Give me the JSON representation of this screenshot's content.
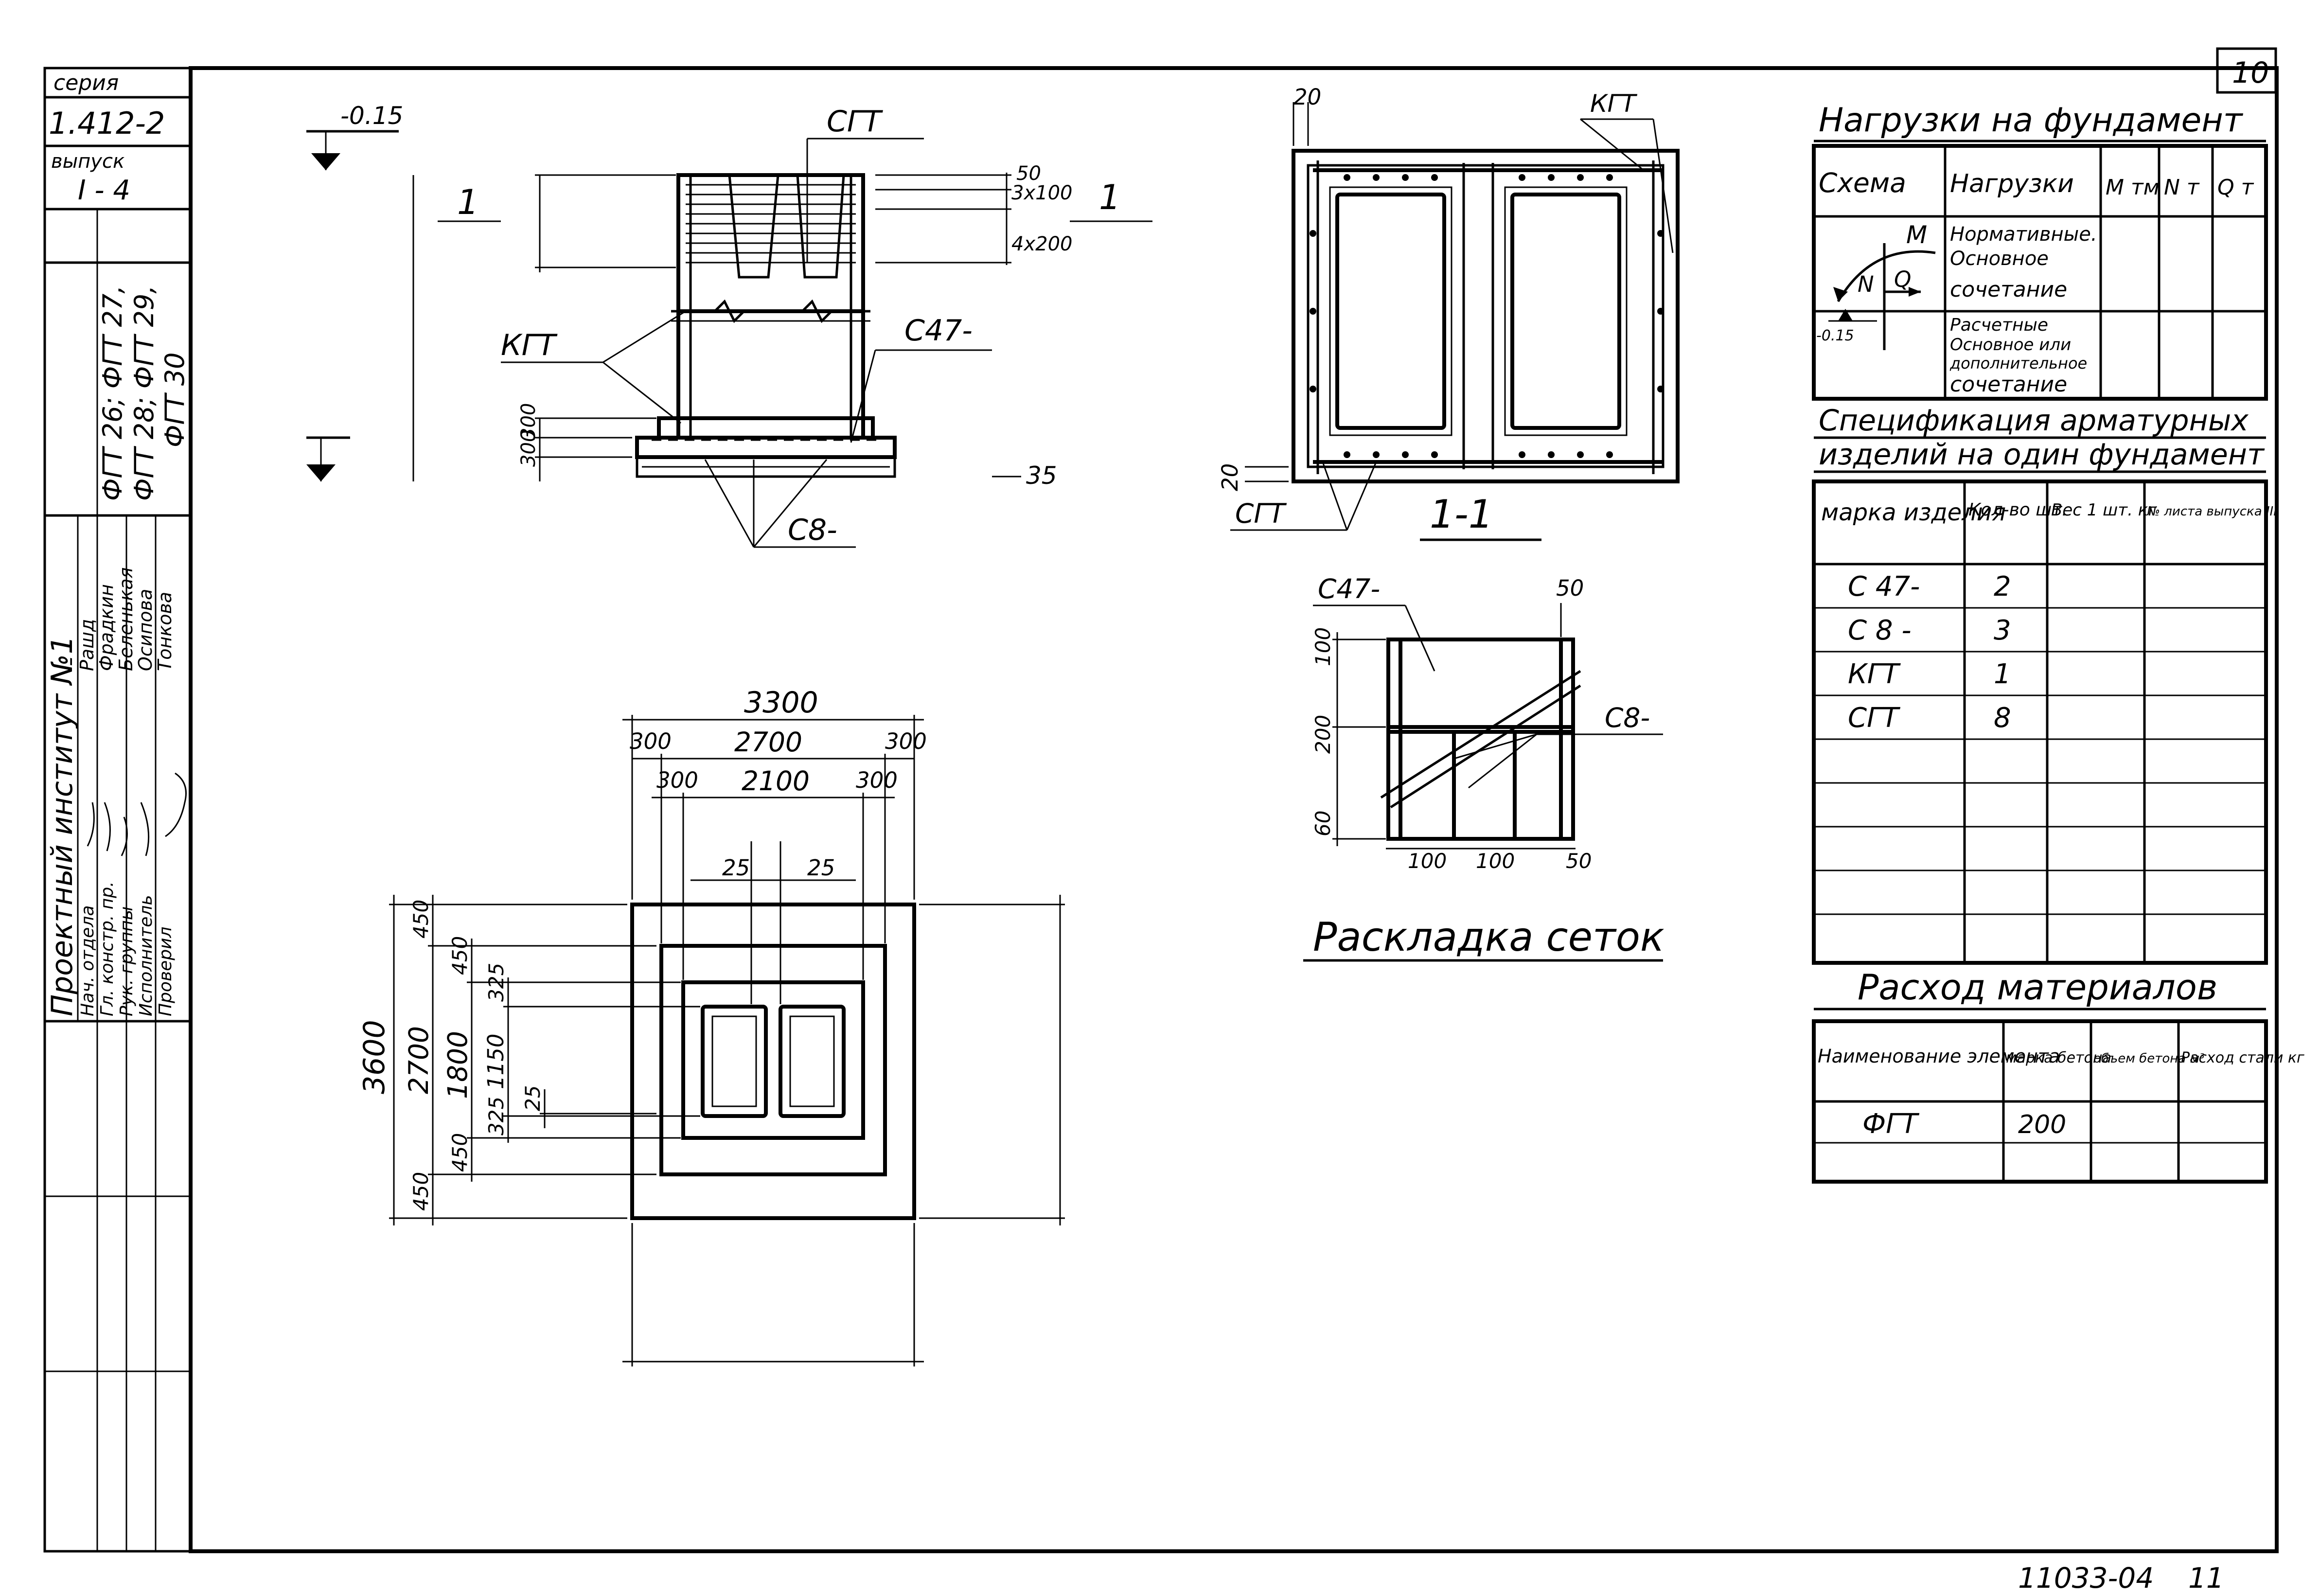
{
  "sheet": {
    "number": "10",
    "footer_code": "11033-04",
    "footer_page": "11"
  },
  "stamp": {
    "series_label": "серия",
    "series_value": "1.412-2",
    "issue_label": "выпуск",
    "issue_value": "I - 4",
    "marks_line1": "ФГТ 26; ФГТ 27,",
    "marks_line2": "ФГТ 28; ФГТ 29,",
    "marks_line3": "ФГТ 30",
    "institute": "Проектный институт №1",
    "roles": [
      "Нач. отдела",
      "Гл. констр. пр.",
      "Рук. группы",
      "Исполнитель",
      "Проверил"
    ],
    "names": [
      "Рашд",
      "Фрадкин",
      "Беленькая",
      "Осипова",
      "Тонкова"
    ]
  },
  "section_view": {
    "level_top": "-0.15",
    "cut_label": "1",
    "label_sgt": "СГТ",
    "label_kgt": "КГТ",
    "label_c47": "С47-",
    "label_c8": "С8-",
    "dim_50": "50",
    "dim_3x100": "3x100",
    "dim_4x200": "4x200",
    "dim_300a": "300",
    "dim_300b": "300",
    "dim_35": "35"
  },
  "cross_section": {
    "title": "1-1",
    "label_kgt": "КГТ",
    "label_sgt": "СГТ",
    "dim_20_top": "20",
    "dim_20_left": "20"
  },
  "mesh_layout": {
    "title": "Раскладка сеток",
    "label_c47": "С47-",
    "label_c8": "С8-",
    "dim_50_top": "50",
    "dim_100": "100",
    "dim_200": "200",
    "dim_60": "60",
    "dim_100a": "100",
    "dim_100b": "100",
    "dim_50_bottom": "50"
  },
  "plan_view": {
    "dim_3300": "3300",
    "dim_300_l": "300",
    "dim_2700": "2700",
    "dim_300_r": "300",
    "dim_300_l2": "300",
    "dim_2100": "2100",
    "dim_300_r2": "300",
    "dim_25a": "25",
    "dim_25b": "25",
    "dim_3600": "3600",
    "dim_2700v": "2700",
    "dim_1800": "1800",
    "dim_1150": "1150",
    "dim_450a": "450",
    "dim_450b": "450",
    "dim_450c": "450",
    "dim_450d": "450",
    "dim_325a": "325",
    "dim_325b": "325",
    "dim_25c": "25"
  },
  "loads_table": {
    "title": "Нагрузки на фундамент",
    "headers": [
      "Схема",
      "Нагрузки",
      "M тм",
      "N т",
      "Q т"
    ],
    "row1": [
      "Нормативные.",
      "Основное",
      "сочетание"
    ],
    "row2": [
      "Расчетные",
      "Основное или",
      "дополнительное",
      "сочетание"
    ],
    "scheme_labels": {
      "m": "M",
      "n": "N",
      "q": "Q",
      "level": "-0.15"
    }
  },
  "spec_table": {
    "title_line1": "Спецификация арматурных",
    "title_line2": "изделий на один фундамент",
    "headers": [
      "марка изделия",
      "Кол-во шт.",
      "Вес 1 шт. кг",
      "№ листа выпуска III"
    ],
    "rows": [
      {
        "mark": "С 47-",
        "qty": "2"
      },
      {
        "mark": "С 8 -",
        "qty": "3"
      },
      {
        "mark": "КГТ",
        "qty": "1"
      },
      {
        "mark": "СГТ",
        "qty": "8"
      }
    ]
  },
  "materials_table": {
    "title": "Расход материалов",
    "headers": [
      "Наименование элемента",
      "марка бетона",
      "объем бетона м³",
      "Расход стали кг"
    ],
    "row": {
      "name": "ФГТ",
      "grade": "200"
    }
  }
}
